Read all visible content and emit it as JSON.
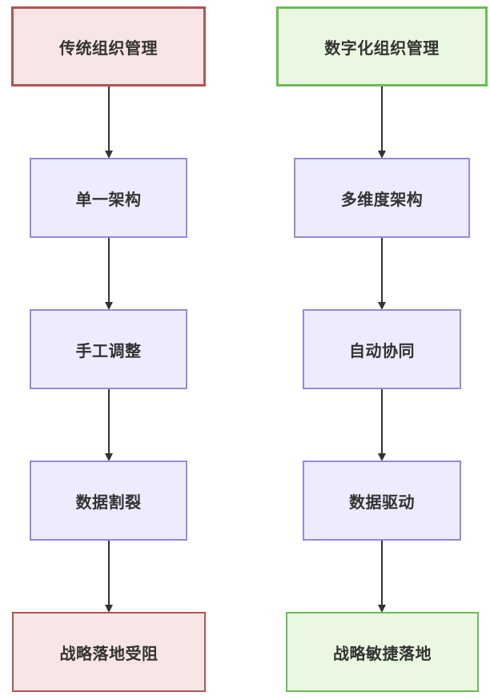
{
  "diagram": {
    "traditional": {
      "top": "传统组织管理",
      "steps": [
        "单一架构",
        "手工调整",
        "数据割裂"
      ],
      "result": "战略落地受阻"
    },
    "digital": {
      "top": "数字化组织管理",
      "steps": [
        "多维度架构",
        "自动协同",
        "数据驱动"
      ],
      "result": "战略敏捷落地"
    }
  },
  "colors": {
    "traditional_fill": "#f8e5e5",
    "traditional_border": "#b25454",
    "digital_fill": "#eaf8e2",
    "digital_border": "#6cbb5a",
    "step_fill": "#ececfe",
    "step_border": "#9a88d8",
    "arrow": "#333333"
  }
}
